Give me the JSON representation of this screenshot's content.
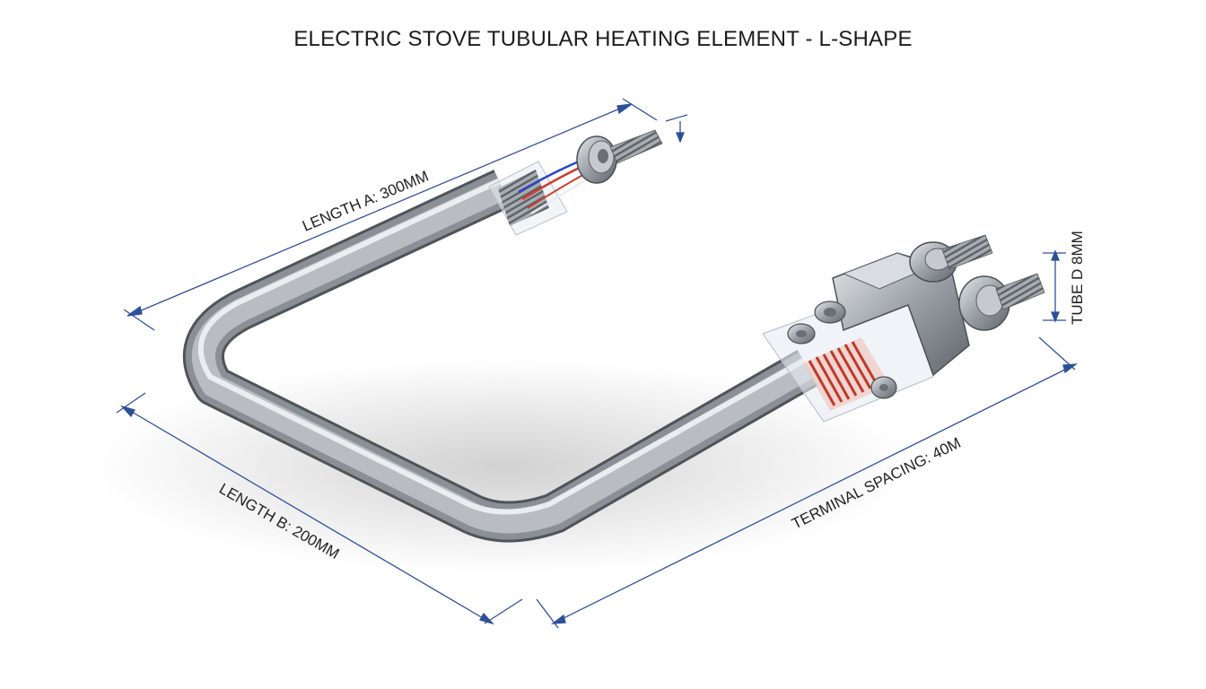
{
  "title": "ELECTRIC STOVE TUBULAR HEATING ELEMENT - L-SHAPE",
  "dimensions": {
    "length_a": "LENGTH A: 300MM",
    "length_b": "LENGTH B: 200MM",
    "terminal_spacing": "TERMINAL SPACING: 40M",
    "tube_diameter": "TUBE D 8MM"
  },
  "colors": {
    "dimension_line": "#2f4f9a",
    "tube_steel": "#a9adb2",
    "coil": "#c0392b",
    "wire_blue": "#2a45c8",
    "wire_red": "#d13b2b"
  },
  "icons": [
    "terminal-nut-icon",
    "threaded-stud-icon",
    "washer-icon",
    "heating-coil-icon"
  ]
}
